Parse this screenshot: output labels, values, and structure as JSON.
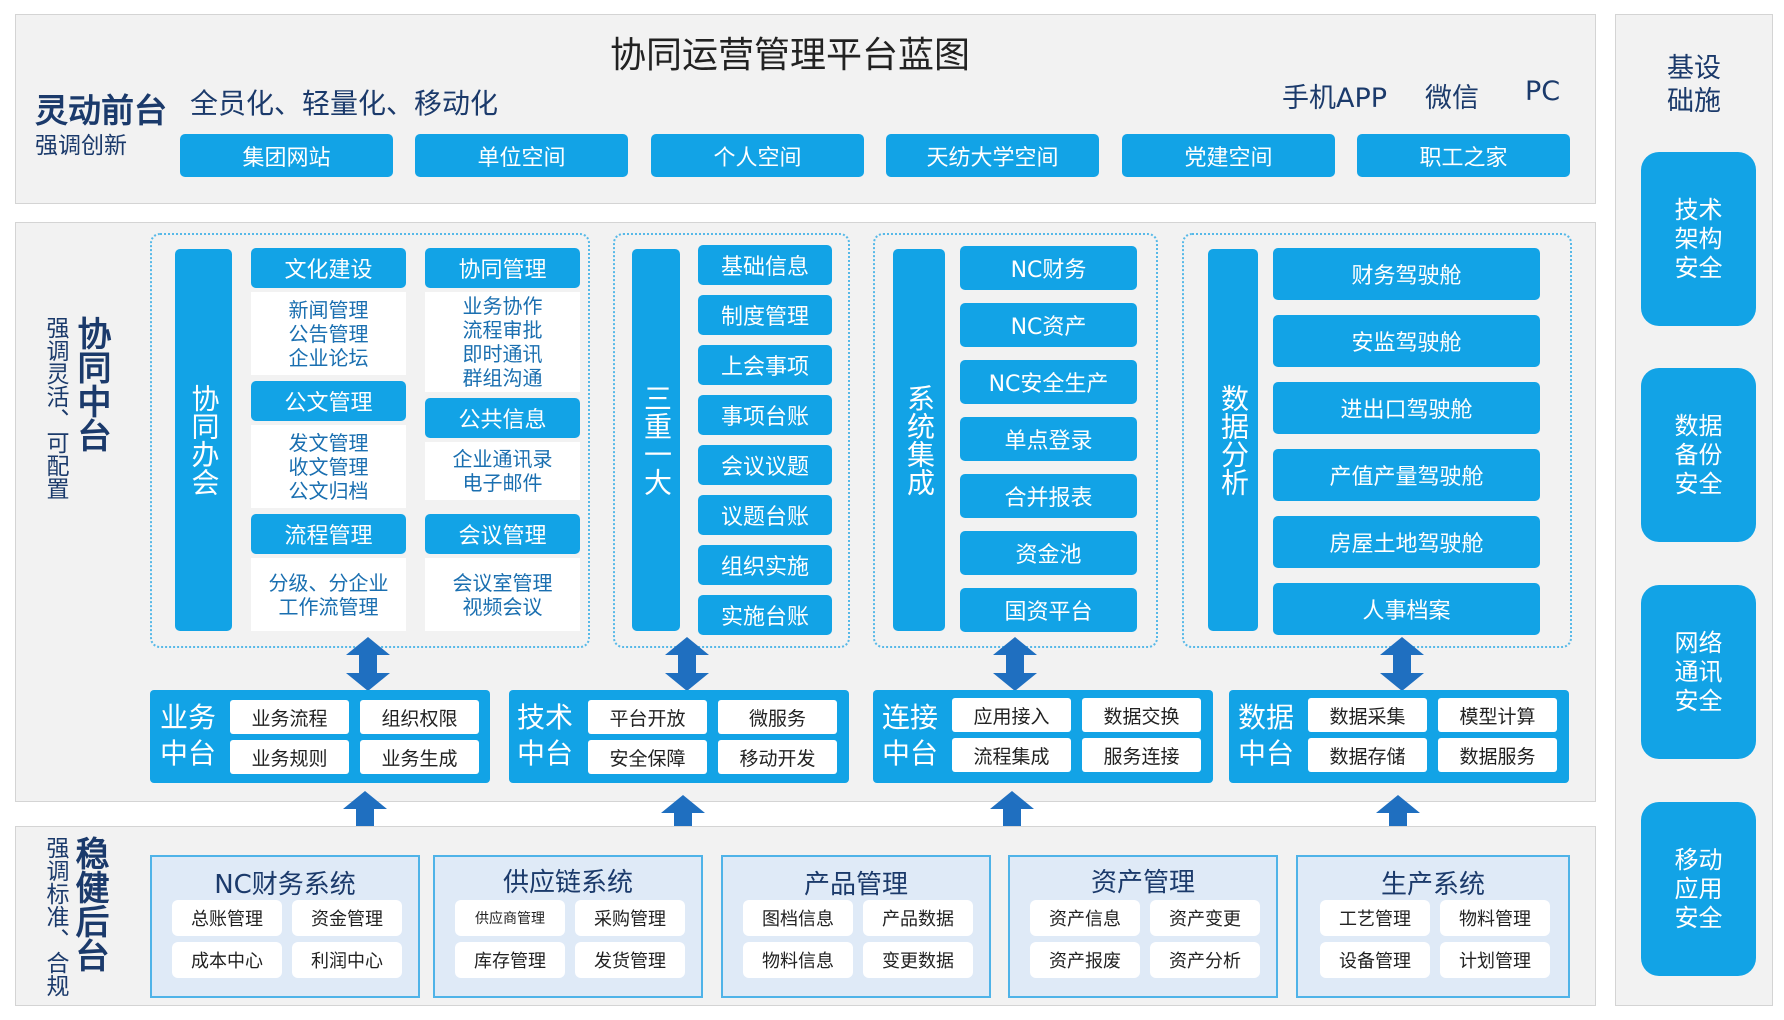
{
  "title": "协同运营管理平台蓝图",
  "front": {
    "title": "灵动前台",
    "subtitle": "强调创新",
    "slogan": "全员化、轻量化、移动化",
    "channels": [
      "手机APP",
      "微信",
      "PC"
    ],
    "portals": [
      "集团网站",
      "单位空间",
      "个人空间",
      "天纺大学空间",
      "党建空间",
      "职工之家"
    ]
  },
  "middle": {
    "title": "协同中台",
    "subtitle": "强调灵活、可配置",
    "office": {
      "label": "协同办会",
      "groups": [
        {
          "header": "文化建设",
          "items": [
            "新闻管理",
            "公告管理",
            "企业论坛"
          ]
        },
        {
          "header": "协同管理",
          "items": [
            "业务协作",
            "流程审批",
            "即时通讯",
            "群组沟通"
          ]
        },
        {
          "header": "公文管理",
          "items": [
            "发文管理",
            "收文管理",
            "公文归档"
          ]
        },
        {
          "header": "公共信息",
          "items": [
            "企业通讯录",
            "电子邮件"
          ]
        },
        {
          "header": "流程管理",
          "items": [
            "分级、分企业",
            "工作流管理"
          ]
        },
        {
          "header": "会议管理",
          "items": [
            "会议室管理",
            "视频会议"
          ]
        }
      ]
    },
    "sanzhong": {
      "label": "三重一大",
      "items": [
        "基础信息",
        "制度管理",
        "上会事项",
        "事项台账",
        "会议议题",
        "议题台账",
        "组织实施",
        "实施台账"
      ]
    },
    "system": {
      "label": "系统集成",
      "items": [
        "NC财务",
        "NC资产",
        "NC安全生产",
        "单点登录",
        "合并报表",
        "资金池",
        "国资平台"
      ]
    },
    "analysis": {
      "label": "数据分析",
      "items": [
        "财务驾驶舱",
        "安监驾驶舱",
        "进出口驾驶舱",
        "产值产量驾驶舱",
        "房屋土地驾驶舱",
        "人事档案"
      ]
    },
    "platforms": [
      {
        "label1": "业务",
        "label2": "中台",
        "cells": [
          "业务流程",
          "组织权限",
          "业务规则",
          "业务生成"
        ]
      },
      {
        "label1": "技术",
        "label2": "中台",
        "cells": [
          "平台开放",
          "微服务",
          "安全保障",
          "移动开发"
        ]
      },
      {
        "label1": "连接",
        "label2": "中台",
        "cells": [
          "应用接入",
          "数据交换",
          "流程集成",
          "服务连接"
        ]
      },
      {
        "label1": "数据",
        "label2": "中台",
        "cells": [
          "数据采集",
          "模型计算",
          "数据存储",
          "数据服务"
        ]
      }
    ]
  },
  "back": {
    "title": "稳健后台",
    "subtitle": "强调标准、合规",
    "systems": [
      {
        "title": "NC财务系统",
        "cells": [
          "总账管理",
          "资金管理",
          "成本中心",
          "利润中心"
        ]
      },
      {
        "title": "供应链系统",
        "cells": [
          "供应商管理",
          "采购管理",
          "库存管理",
          "发货管理"
        ]
      },
      {
        "title": "产品管理",
        "cells": [
          "图档信息",
          "产品数据",
          "物料信息",
          "变更数据"
        ]
      },
      {
        "title": "资产管理",
        "cells": [
          "资产信息",
          "资产变更",
          "资产报废",
          "资产分析"
        ]
      },
      {
        "title": "生产系统",
        "cells": [
          "工艺管理",
          "物料管理",
          "设备管理",
          "计划管理"
        ]
      }
    ]
  },
  "infra": {
    "title1": "基设",
    "title2": "础施",
    "items": [
      {
        "l1": "技术",
        "l2": "架构",
        "l3": "安全"
      },
      {
        "l1": "数据",
        "l2": "备份",
        "l3": "安全"
      },
      {
        "l1": "网络",
        "l2": "通讯",
        "l3": "安全"
      },
      {
        "l1": "移动",
        "l2": "应用",
        "l3": "安全"
      }
    ]
  },
  "colors": {
    "accent": "#12a3e6",
    "arrow": "#1f6fc0",
    "dark_text": "#1b3a6b"
  }
}
